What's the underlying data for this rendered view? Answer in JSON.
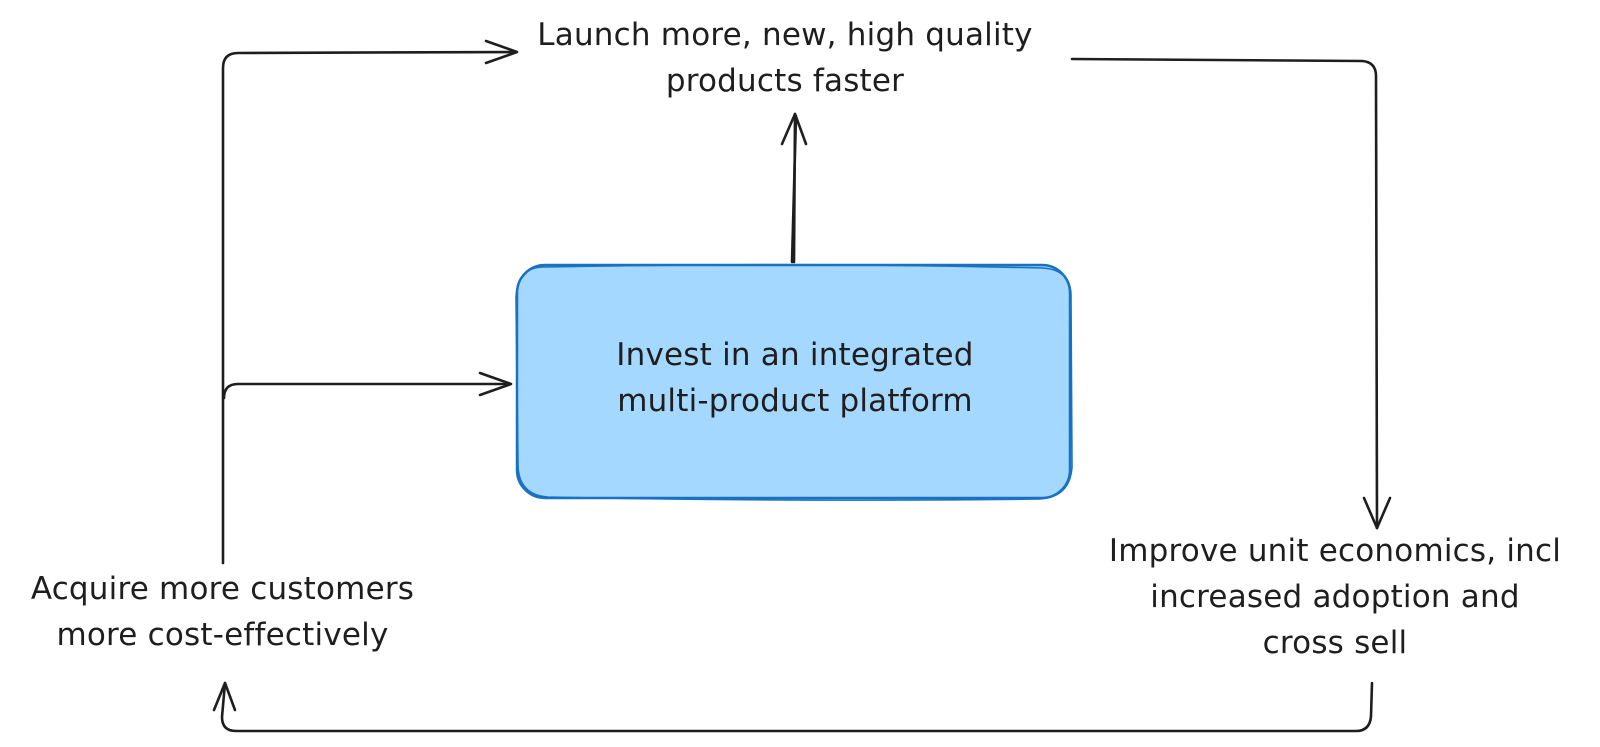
{
  "diagram": {
    "accent_fill": "#a5d8ff",
    "accent_stroke": "#1971c2",
    "line_color": "#1e1e1e",
    "nodes": {
      "launch": {
        "line1": "Launch more, new, high quality",
        "line2": "products faster"
      },
      "invest": {
        "line1": "Invest in an integrated",
        "line2": "multi-product platform"
      },
      "unit_economics": {
        "line1": "Improve unit economics, incl",
        "line2": "increased adoption and",
        "line3": "cross sell"
      },
      "acquire": {
        "line1": "Acquire more customers",
        "line2": "more cost-effectively"
      }
    },
    "edges": [
      {
        "from": "invest",
        "to": "launch"
      },
      {
        "from": "launch",
        "to": "unit_economics"
      },
      {
        "from": "unit_economics",
        "to": "acquire"
      },
      {
        "from": "acquire",
        "to": "launch"
      },
      {
        "from": "acquire",
        "to": "invest"
      }
    ]
  }
}
